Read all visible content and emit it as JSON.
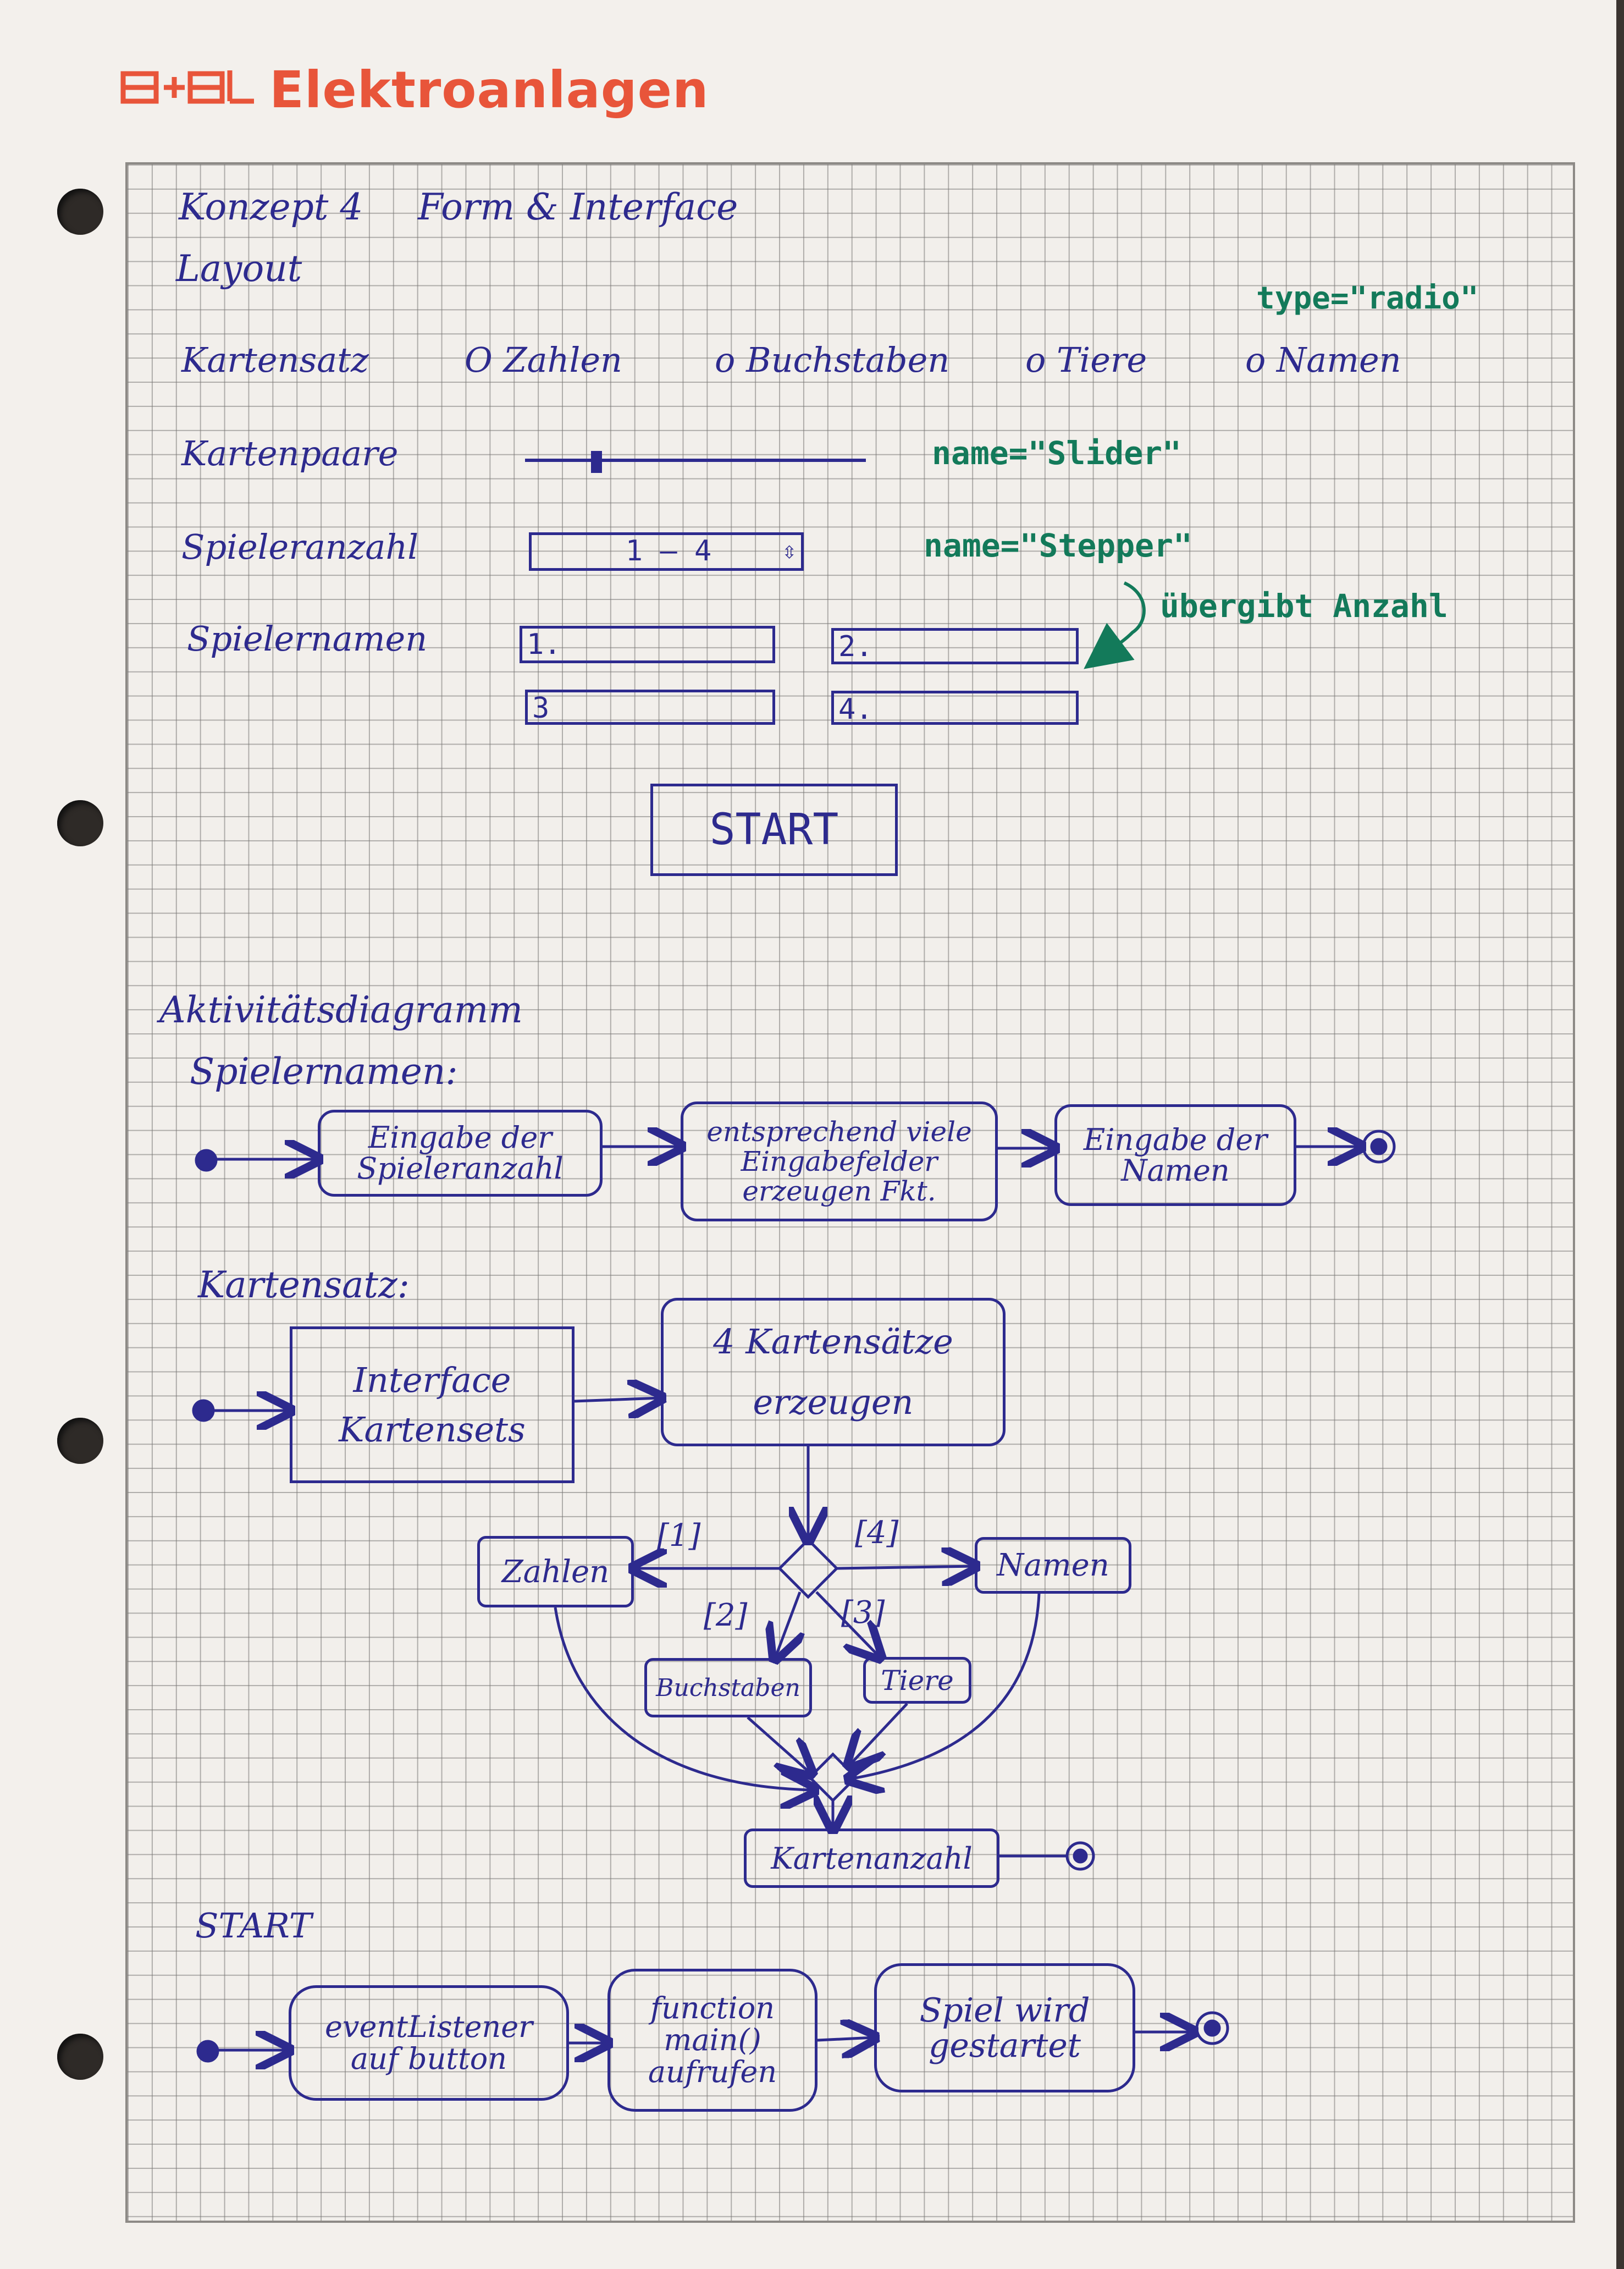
{
  "brand": {
    "logo_text": "a+el",
    "name": "Elektroanlagen",
    "color": "#e8553a"
  },
  "ink": {
    "blue": "#2d2a8e",
    "green": "#137a5a"
  },
  "header": {
    "concept": "Konzept 4",
    "topic": "Form & Interface",
    "layout_label": "Layout"
  },
  "form_sketch": {
    "kartensatz": {
      "label": "Kartensatz",
      "options": [
        "O Zahlen",
        "o Buchstaben",
        "o Tiere",
        "o Namen"
      ],
      "note": "type=\"radio\""
    },
    "kartenpaare": {
      "label": "Kartenpaare",
      "note": "name=\"Slider\"",
      "slider_position": 0.2
    },
    "spieleranzahl": {
      "label": "Spieleranzahl",
      "value": "1 – 4",
      "arrows": "⇳",
      "note": "name=\"Stepper\"",
      "note2": "übergibt Anzahl"
    },
    "spielernamen": {
      "label": "Spielernamen",
      "fields": [
        "1.",
        "2.",
        "3",
        "4."
      ]
    },
    "start_button": "START"
  },
  "activity_diagrams": {
    "title": "Aktivitätsdiagramm",
    "spielernamen": {
      "label": "Spielernamen:",
      "steps": [
        "Eingabe der\nSpieleranzahl",
        "entsprechend viele\nEingabefelder\nerzeugen Fkt.",
        "Eingabe der\nNamen"
      ]
    },
    "kartensatz": {
      "label": "Kartensatz:",
      "steps": [
        "Interface\nKartensets",
        "4 Kartensätze\nerzeugen"
      ],
      "branches": [
        {
          "guard": "[1]",
          "target": "Zahlen"
        },
        {
          "guard": "[2]",
          "target": "Buchstaben"
        },
        {
          "guard": "[3]",
          "target": "Tiere"
        },
        {
          "guard": "[4]",
          "target": "Namen"
        }
      ],
      "merge_target": "Kartenanzahl"
    },
    "start": {
      "label": "START",
      "steps": [
        "eventListener\nauf button",
        "function\nmain()\naufrufen",
        "Spiel wird\ngestartet"
      ]
    }
  }
}
